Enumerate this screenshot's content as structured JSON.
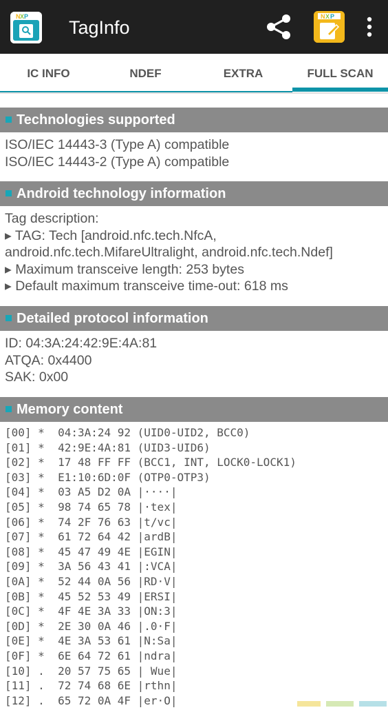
{
  "app": {
    "title": "TagInfo"
  },
  "tabs": [
    {
      "label": "IC INFO"
    },
    {
      "label": "NDEF"
    },
    {
      "label": "EXTRA"
    },
    {
      "label": "FULL SCAN"
    }
  ],
  "sections": {
    "technologies": {
      "title": "Technologies supported",
      "lines": [
        "ISO/IEC 14443-3 (Type A) compatible",
        "ISO/IEC 14443-2 (Type A) compatible"
      ]
    },
    "android": {
      "title": "Android technology information",
      "lines": [
        "Tag description:",
        "▸ TAG: Tech [android.nfc.tech.NfcA,",
        "android.nfc.tech.MifareUltralight, android.nfc.tech.Ndef]",
        "▸ Maximum transceive length: 253 bytes",
        "▸ Default maximum transceive time-out: 618 ms"
      ]
    },
    "protocol": {
      "title": "Detailed protocol information",
      "lines": [
        "ID: 04:3A:24:42:9E:4A:81",
        "ATQA: 0x4400",
        "SAK: 0x00"
      ]
    },
    "memory": {
      "title": "Memory content",
      "rows": [
        "[00] *  04:3A:24 92 (UID0-UID2, BCC0)",
        "[01] *  42:9E:4A:81 (UID3-UID6)",
        "[02] *  17 48 FF FF (BCC1, INT, LOCK0-LOCK1)",
        "[03] *  E1:10:6D:0F (OTP0-OTP3)",
        "[04] *  03 A5 D2 0A |····|",
        "[05] *  98 74 65 78 |·tex|",
        "[06] *  74 2F 76 63 |t/vc|",
        "[07] *  61 72 64 42 |ardB|",
        "[08] *  45 47 49 4E |EGIN|",
        "[09] *  3A 56 43 41 |:VCA|",
        "[0A] *  52 44 0A 56 |RD·V|",
        "[0B] *  45 52 53 49 |ERSI|",
        "[0C] *  4F 4E 3A 33 |ON:3|",
        "[0D] *  2E 30 0A 46 |.0·F|",
        "[0E] *  4E 3A 53 61 |N:Sa|",
        "[0F] *  6E 64 72 61 |ndra|",
        "[10] .  20 57 75 65 | Wue|",
        "[11] .  72 74 68 6E |rthn|",
        "[12] .  65 72 0A 4F |er·O|"
      ]
    }
  },
  "icons": {
    "app": "nxp-taginfo-app-icon",
    "share": "share-icon",
    "nfc": "nxp-nfc-writer-icon",
    "menu": "overflow-menu-icon"
  },
  "colors": {
    "appbar": "#202020",
    "accent": "#0e93a8",
    "section_header": "#8a8a8a",
    "marker": "#18a7b8",
    "nfc_icon": "#f3b81b"
  }
}
